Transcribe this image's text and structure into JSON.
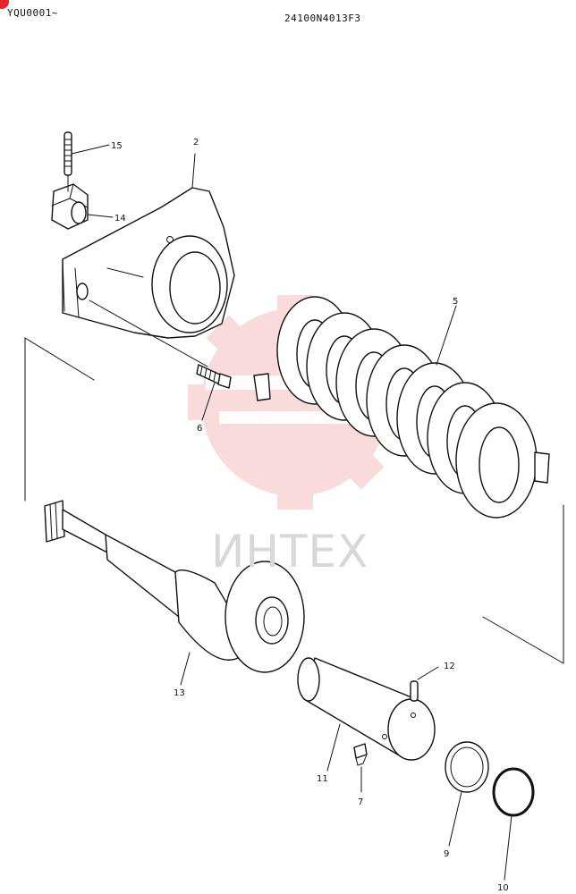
{
  "header": {
    "serial": "YQU0001~",
    "doc_number": "24100N4013F3"
  },
  "watermark": {
    "text": "ИНТЕХ",
    "color": "#e2262b"
  },
  "callouts": [
    "15",
    "2",
    "14",
    "5",
    "6",
    "13",
    "12",
    "11",
    "7",
    "9",
    "10"
  ]
}
